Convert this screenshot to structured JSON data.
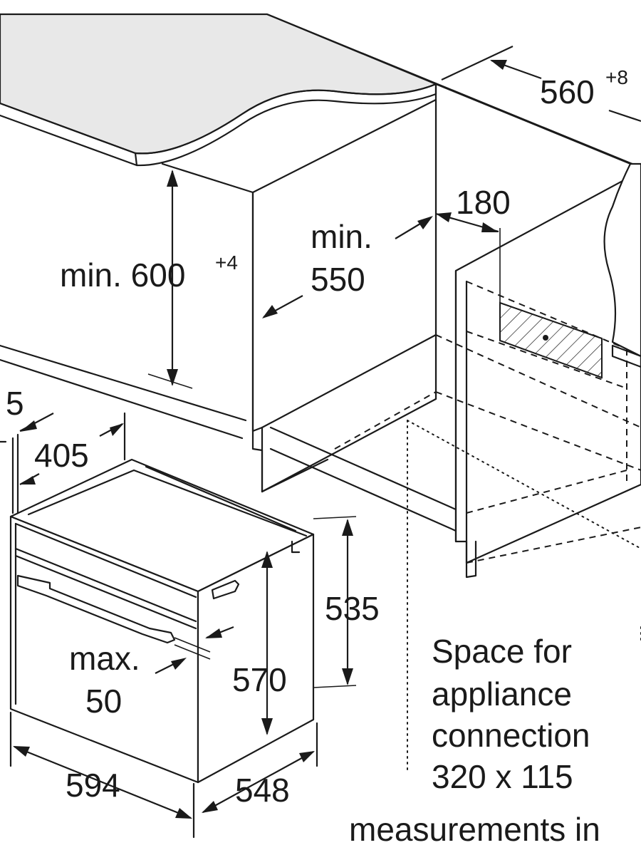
{
  "diagram": {
    "labels": {
      "width_top": "560",
      "width_top_sup": "+8",
      "height_niche": "min. 600",
      "height_niche_sup": "+4",
      "depth_min_line1": "min.",
      "depth_min_line2": "550",
      "connection_offset": "180",
      "left_partial": "5",
      "depth_405": "405",
      "max_line1": "max.",
      "max_line2": "50",
      "height_535": "535",
      "height_570": "570",
      "width_594": "594",
      "depth_548": "548"
    },
    "note": {
      "line1": "Space for",
      "line2": "appliance",
      "line3": "connection",
      "line4": "320 x 115"
    },
    "footer": "measurements in"
  }
}
